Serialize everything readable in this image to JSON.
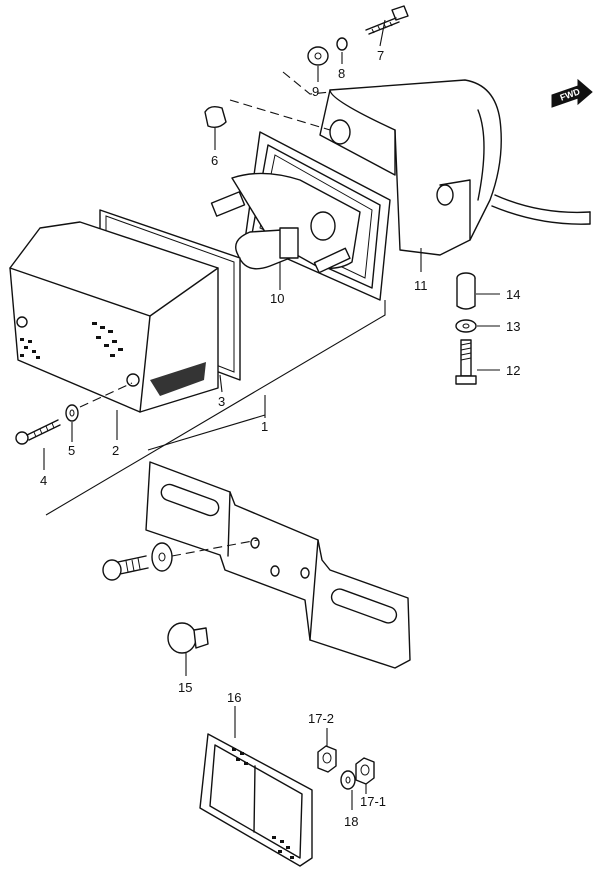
{
  "badge": {
    "text": "FWD"
  },
  "callouts": {
    "c1": "1",
    "c2": "2",
    "c3": "3",
    "c4": "4",
    "c5": "5",
    "c6": "6",
    "c7": "7",
    "c8": "8",
    "c9": "9",
    "c10": "10",
    "c11": "11",
    "c12": "12",
    "c13": "13",
    "c14": "14",
    "c15": "15",
    "c16": "16",
    "c17_1": "17-1",
    "c17_2": "17-2",
    "c18": "18"
  }
}
